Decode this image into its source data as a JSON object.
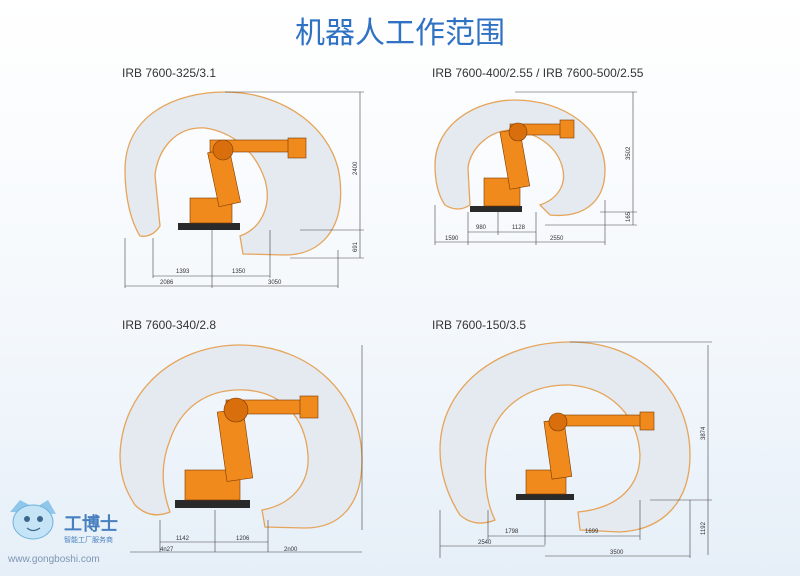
{
  "title": "机器人工作范围",
  "models": [
    {
      "label": "IRB 7600-325/3.1",
      "dims": [
        "1393",
        "1350",
        "2086",
        "3050",
        "2400",
        "691"
      ]
    },
    {
      "label": "IRB 7600-400/2.55 / IRB 7600-500/2.55",
      "dims": [
        "980",
        "1128",
        "1590",
        "2550",
        "3502",
        "165"
      ]
    },
    {
      "label": "IRB 7600-340/2.8",
      "dims": [
        "1142",
        "1206",
        "4n27",
        "2n00"
      ]
    },
    {
      "label": "IRB 7600-150/3.5",
      "dims": [
        "1798",
        "1699",
        "2540",
        "3500",
        "3874",
        "1192"
      ]
    }
  ],
  "watermark": {
    "brand": "工博士",
    "sub": "智能工厂服务商",
    "url": "www.gongboshi.com"
  }
}
